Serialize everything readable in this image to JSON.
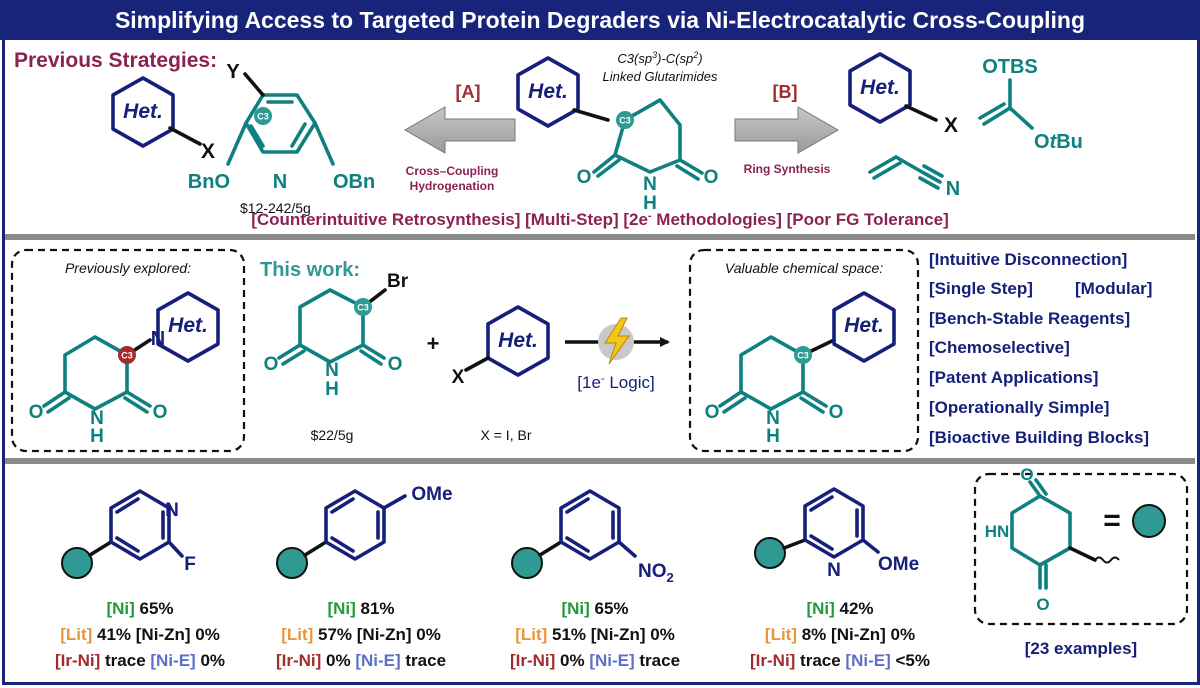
{
  "title": "Simplifying Access to Targeted Protein Degraders via Ni-Electrocatalytic Cross-Coupling",
  "colors": {
    "navy": "#18237a",
    "teal": "#0f8080",
    "maroon": "#8b2252",
    "red": "#a52a2a",
    "green": "#1f9b3c",
    "orange": "#e8963a",
    "blue": "#5d6fc9"
  },
  "top": {
    "heading": "Previous Strategies:",
    "het": "Het.",
    "c3": "C3",
    "center_caption_1": "C3(sp",
    "center_caption_sup": "3",
    "center_caption_2": ")-C(sp",
    "center_caption_sup2": "2",
    "center_caption_3": ")",
    "center_caption_line2": "Linked Glutarimides",
    "route_a": "[A]",
    "route_a_label_1": "Cross–Coupling",
    "route_a_label_2": "Hydrogenation",
    "route_b": "[B]",
    "route_b_label": "Ring Synthesis",
    "x": "X",
    "y": "Y",
    "bno_left": "BnO",
    "obn_right": "OBn",
    "n": "N",
    "o": "O",
    "h": "H",
    "price_a": "$12-242/5g",
    "otbs": "OTBS",
    "otbu_o": "O",
    "otbu_t": "t",
    "otbu_bu": "Bu",
    "drawbacks_pre": "[Counterintuitive Retrosynthesis] [Multi-Step] [2e",
    "drawbacks_sup": "-",
    "drawbacks_post": " Methodologies] [Poor FG Tolerance]"
  },
  "middle": {
    "previous_label": "Previously explored:",
    "this_work": "This work:",
    "br": "Br",
    "plus": "+",
    "logic_pre": "[1e",
    "logic_sup": "-",
    "logic_post": " Logic]",
    "price": "$22/5g",
    "x_def": "X = I, Br",
    "valuable_label": "Valuable chemical space:",
    "features": [
      "[Intuitive Disconnection]",
      "[Single Step]",
      "[Modular]",
      "[Bench-Stable Reagents]",
      "[Chemoselective]",
      "[Patent Applications]",
      "[Operationally Simple]",
      "[Bioactive Building Blocks]"
    ]
  },
  "bottom": {
    "examples_label": "[23 examples]",
    "eq": "=",
    "hn": "HN",
    "f": "F",
    "ome": "OMe",
    "no2": "NO",
    "no2_sub": "2",
    "entries": [
      {
        "ni": "[Ni]",
        "ni_val": " 65%",
        "lit": "[Lit]",
        "lit_val": " 41% ",
        "nizn": "[Ni-Zn] 0%",
        "irni": "[Ir-Ni]",
        "irni_val": " trace ",
        "nie": "[Ni-E]",
        "nie_val": " 0%"
      },
      {
        "ni": "[Ni]",
        "ni_val": " 81%",
        "lit": "[Lit]",
        "lit_val": " 57% ",
        "nizn": "[Ni-Zn] 0%",
        "irni": "[Ir-Ni]",
        "irni_val": " 0% ",
        "nie": "[Ni-E]",
        "nie_val": " trace"
      },
      {
        "ni": "[Ni]",
        "ni_val": " 65%",
        "lit": "[Lit]",
        "lit_val": " 51% ",
        "nizn": "[Ni-Zn] 0%",
        "irni": "[Ir-Ni]",
        "irni_val": " 0% ",
        "nie": "[Ni-E]",
        "nie_val": " trace"
      },
      {
        "ni": "[Ni]",
        "ni_val": " 42%",
        "lit": "[Lit]",
        "lit_val": " 8% ",
        "nizn": "[Ni-Zn] 0%",
        "irni": "[Ir-Ni]",
        "irni_val": " trace ",
        "nie": "[Ni-E]",
        "nie_val": " <5%"
      }
    ]
  }
}
